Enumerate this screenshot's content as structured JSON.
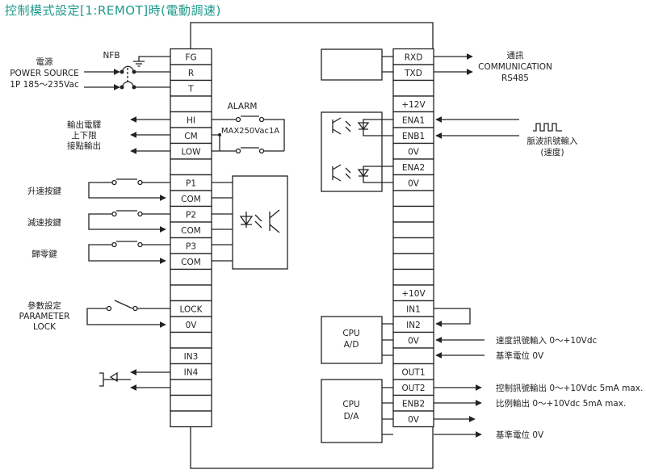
{
  "title": "控制模式設定[1:REMOT]時(電動調速)",
  "left_terminals": [
    "FG",
    "R",
    "T",
    "",
    "HI",
    "CM",
    "LOW",
    "",
    "P1",
    "COM",
    "P2",
    "COM",
    "P3",
    "COM",
    "",
    "",
    "LOCK",
    "0V",
    "",
    "IN3",
    "IN4",
    "",
    "",
    ""
  ],
  "right_terminals": [
    "RXD",
    "TXD",
    "",
    "+12V",
    "ENA1",
    "ENB1",
    "0V",
    "ENA2",
    "0V",
    "",
    "",
    "",
    "",
    "",
    "",
    "+10V",
    "IN1",
    "IN2",
    "0V",
    "",
    "OUT1",
    "OUT2",
    "ENB2",
    "0V"
  ],
  "labels": {
    "power_1": "電源",
    "power_2": "POWER SOURCE",
    "power_3": "1P 185～235Vac",
    "nfb": "NFB",
    "alarm": "ALARM",
    "max_rating": "MAX250Vac1A",
    "output_1": "輸出電驛",
    "output_2": "上下限",
    "output_3": "接點輸出",
    "up_key": "升速按鍵",
    "down_key": "減速按鍵",
    "zero_key": "歸零鍵",
    "param_1": "參數設定",
    "param_2": "PARAMETER",
    "param_3": "LOCK",
    "comm_1": "通訊",
    "comm_2": "COMMUNICATION",
    "comm_3": "RS485",
    "pulse_1": "脈波訊號輸入",
    "pulse_2": "(速度)",
    "cpu_ad_1": "CPU",
    "cpu_ad_2": "A/D",
    "cpu_da_1": "CPU",
    "cpu_da_2": "D/A",
    "speed_in": "速度訊號輸入 0～+10Vdc",
    "ref_1": "基準電位 0V",
    "ctrl_out": "控制訊號輸出 0～+10Vdc 5mA max.",
    "ratio_out": "比例輸出 0～+10Vdc 5mA max.",
    "ref_2": "基準電位 0V"
  }
}
